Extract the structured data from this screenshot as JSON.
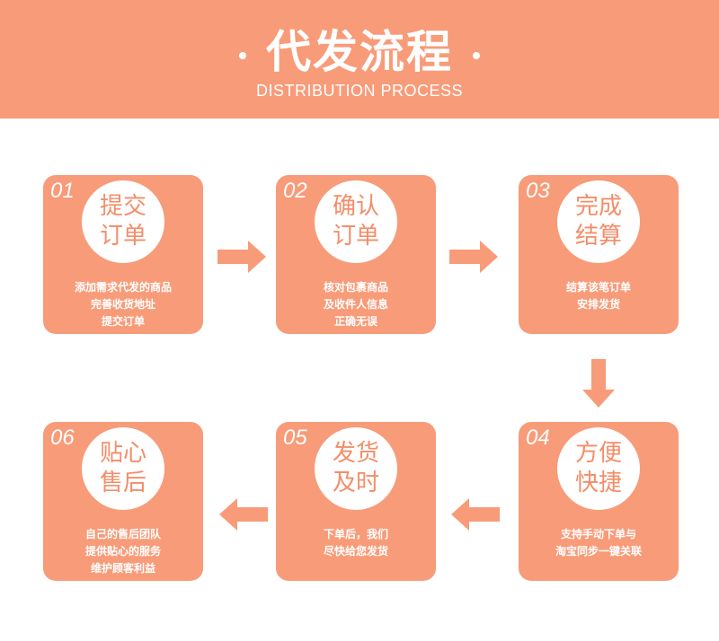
{
  "header": {
    "title": "代发流程",
    "subtitle": "DISTRIBUTION PROCESS"
  },
  "colors": {
    "accent": "#f89b79"
  },
  "steps": [
    {
      "num": "01",
      "title1": "提交",
      "title2": "订单",
      "desc": [
        "添加需求代发的商品",
        "完善收货地址",
        "提交订单"
      ]
    },
    {
      "num": "02",
      "title1": "确认",
      "title2": "订单",
      "desc": [
        "核对包裹商品",
        "及收件人信息",
        "正确无误"
      ]
    },
    {
      "num": "03",
      "title1": "完成",
      "title2": "结算",
      "desc": [
        "结算该笔订单",
        "安排发货"
      ]
    },
    {
      "num": "04",
      "title1": "方便",
      "title2": "快捷",
      "desc": [
        "支持手动下单与",
        "淘宝同步一键关联"
      ]
    },
    {
      "num": "05",
      "title1": "发货",
      "title2": "及时",
      "desc": [
        "下单后，我们",
        "尽快给您发货"
      ]
    },
    {
      "num": "06",
      "title1": "贴心",
      "title2": "售后",
      "desc": [
        "自己的售后团队",
        "提供贴心的服务",
        "维护顾客利益"
      ]
    }
  ]
}
